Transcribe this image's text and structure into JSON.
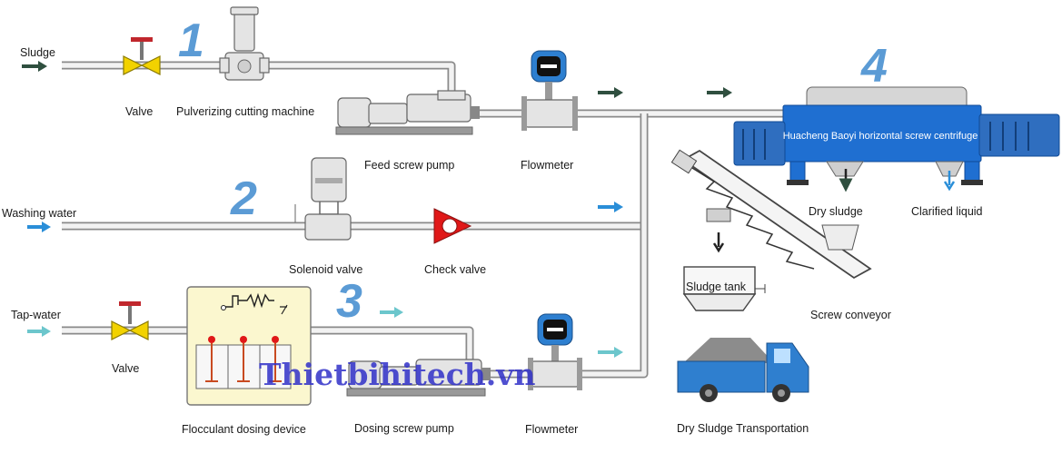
{
  "labels": {
    "sludge": "Sludge",
    "washing_water": "Washing water",
    "tap_water": "Tap-water",
    "valve_1": "Valve",
    "valve_2": "Valve",
    "pulverizing": "Pulverizing cutting machine",
    "feed_pump": "Feed screw pump",
    "flowmeter_1": "Flowmeter",
    "flowmeter_2": "Flowmeter",
    "solenoid_valve": "Solenoid valve",
    "check_valve": "Check valve",
    "flocculant": "Flocculant dosing device",
    "dosing_pump": "Dosing screw pump",
    "centrifuge": "Huacheng Baoyi horizontal screw centrifuge",
    "dry_sludge": "Dry sludge",
    "clarified_liquid": "Clarified liquid",
    "sludge_tank": "Sludge tank",
    "screw_conveyor": "Screw conveyor",
    "transport": "Dry Sludge Transportation"
  },
  "step_numbers": [
    "1",
    "2",
    "3",
    "4"
  ],
  "watermark": "Thietbihitech.vn",
  "colors": {
    "step_number": "#5b9bd5",
    "centrifuge_body": "#1f6fd1",
    "sludge_arrow": "#2f4f3f",
    "water_arrow": "#2a8ed8",
    "tap_arrow": "#6cc6cc",
    "valve_body": "#f2d200",
    "check_valve": "#e01818",
    "truck": "#2f7fcf",
    "dosing_box": "#fbf7cf",
    "watermark": "#3030c8"
  }
}
